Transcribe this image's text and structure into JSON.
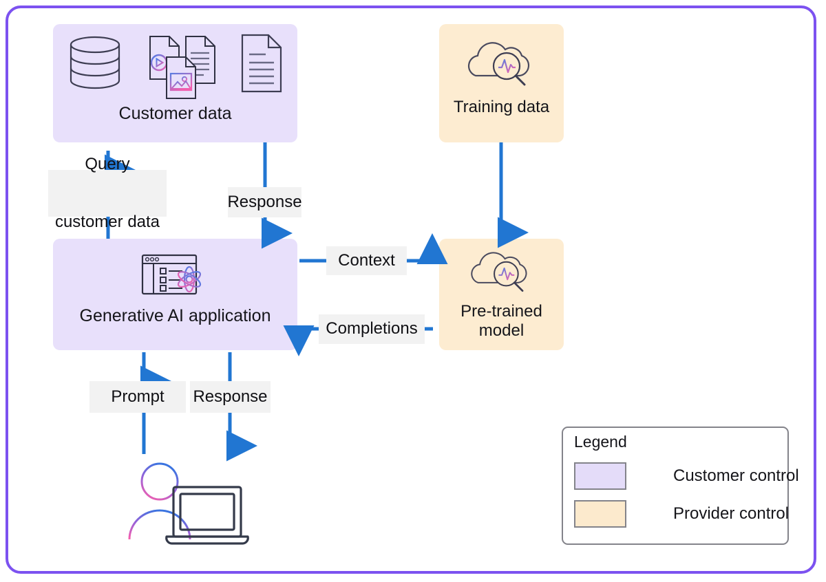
{
  "diagram": {
    "title": "Generative AI application architecture with customer and provider control boundaries",
    "frame_color": "#7c52f0",
    "arrow_color": "#2176d2"
  },
  "nodes": {
    "customer_data": {
      "label": "Customer data",
      "fill": "#e8e0fb",
      "control": "customer",
      "icons": [
        "database-icon",
        "multi-document-icon",
        "document-icon"
      ]
    },
    "training_data": {
      "label": "Training data",
      "fill": "#fdecd1",
      "control": "provider",
      "icons": [
        "cloud-analytics-icon"
      ]
    },
    "genai_application": {
      "label": "Generative AI application",
      "fill": "#e8e0fb",
      "control": "customer",
      "icons": [
        "app-window-atom-icon"
      ]
    },
    "pretrained_model": {
      "label": "Pre-trained\nmodel",
      "label_line1": "Pre-trained",
      "label_line2": "model",
      "fill": "#fdecd1",
      "control": "provider",
      "icons": [
        "cloud-analytics-icon"
      ]
    },
    "user": {
      "icons": [
        "user-laptop-icon"
      ]
    }
  },
  "edges": {
    "query_customer_data": {
      "label": "Query\ncustomer data",
      "label_line1": "Query",
      "label_line2": "customer data",
      "from": "genai_application",
      "to": "customer_data",
      "direction": "up"
    },
    "response_top": {
      "label": "Response",
      "from": "customer_data",
      "to": "genai_application",
      "direction": "down"
    },
    "training_to_model": {
      "label": "",
      "from": "training_data",
      "to": "pretrained_model",
      "direction": "down"
    },
    "context": {
      "label": "Context",
      "from": "genai_application",
      "to": "pretrained_model",
      "direction": "right"
    },
    "completions": {
      "label": "Completions",
      "from": "pretrained_model",
      "to": "genai_application",
      "direction": "left"
    },
    "prompt": {
      "label": "Prompt",
      "from": "user",
      "to": "genai_application",
      "direction": "up"
    },
    "response_bottom": {
      "label": "Response",
      "from": "genai_application",
      "to": "user",
      "direction": "down"
    }
  },
  "legend": {
    "title": "Legend",
    "items": [
      {
        "label": "Customer control",
        "color": "#e4dcf9"
      },
      {
        "label": "Provider control",
        "color": "#fceacd"
      }
    ]
  }
}
